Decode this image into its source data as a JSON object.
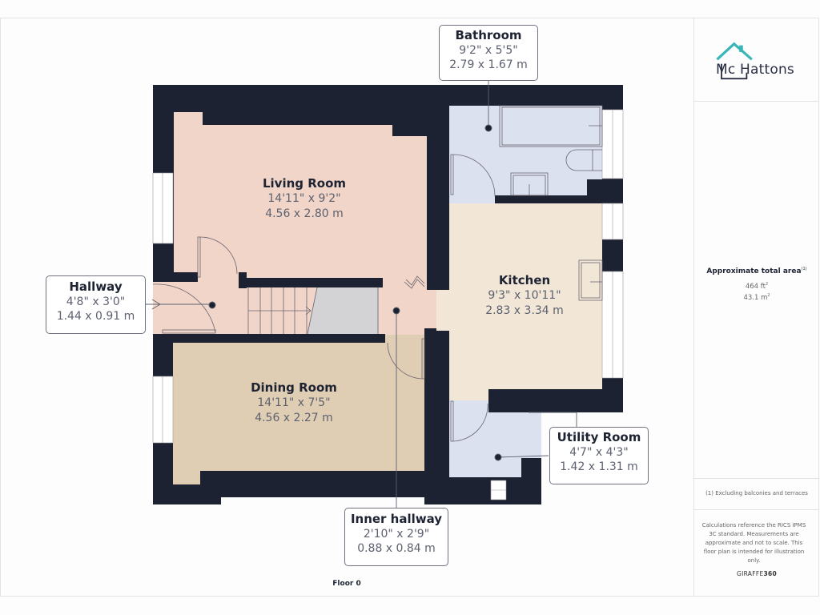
{
  "brand": {
    "logo_text": "Mc Hattons",
    "logo_roof_color": "#3bb6b8",
    "logo_text_color": "#2a2f45"
  },
  "summary": {
    "area_title": "Approximate total area",
    "area_footnote_marker": "(1)",
    "area_ft": "464 ft",
    "area_ft_unit_sup": "2",
    "area_m": "43.1 m",
    "area_m_unit_sup": "2",
    "footnote": "(1) Excluding balconies and terraces",
    "disclaimer": "Calculations reference the RICS IPMS 3C standard. Measurements are approximate and not to scale. This floor plan is intended for illustration only.",
    "provider_a": "GIRAFFE",
    "provider_b": "360"
  },
  "floor": {
    "label": "Floor 0"
  },
  "rooms": {
    "living_room": {
      "name": "Living Room",
      "imperial": "14'11\" x 9'2\"",
      "metric": "4.56 x 2.80 m",
      "color": "#f0d5c8"
    },
    "dining_room": {
      "name": "Dining Room",
      "imperial": "14'11\" x 7'5\"",
      "metric": "4.56 x 2.27 m",
      "color": "#e0ceb4"
    },
    "kitchen": {
      "name": "Kitchen",
      "imperial": "9'3\" x 10'11\"",
      "metric": "2.83 x 3.34 m",
      "color": "#f2e7d7"
    },
    "bathroom": {
      "name": "Bathroom",
      "imperial": "9'2\" x 5'5\"",
      "metric": "2.79 x 1.67 m",
      "color": "#dce1ef"
    },
    "hallway": {
      "name": "Hallway",
      "imperial": "4'8\" x 3'0\"",
      "metric": "1.44 x 0.91 m",
      "color": "#f0d5c8"
    },
    "inner_hallway": {
      "name": "Inner hallway",
      "imperial": "2'10\" x 2'9\"",
      "metric": "0.88 x 0.84 m",
      "color": "#e0ceb4"
    },
    "utility_room": {
      "name": "Utility Room",
      "imperial": "4'7\" x 4'3\"",
      "metric": "1.42 x 1.31 m",
      "color": "#dce1ef"
    }
  },
  "colors": {
    "wall": "#1c2231",
    "stairs_void": "#d3d3d6",
    "window": "#ffffff",
    "line": "#6a6470"
  }
}
